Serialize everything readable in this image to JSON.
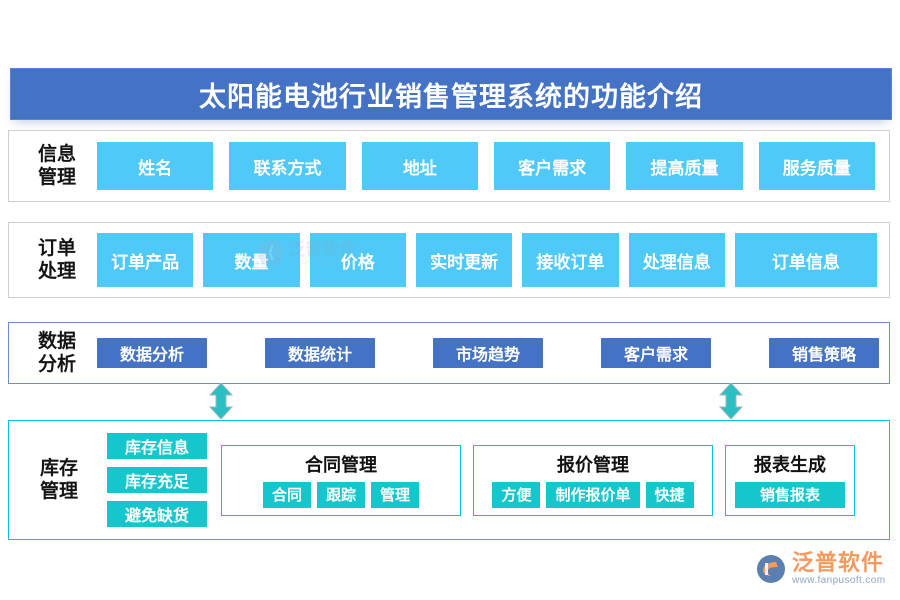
{
  "banner": {
    "title": "太阳能电池行业销售管理系统的功能介绍"
  },
  "rows": [
    {
      "label_lines": [
        "信息",
        "管理"
      ],
      "chips": [
        "姓名",
        "联系方式",
        "地址",
        "客户需求",
        "提高质量",
        "服务质量"
      ]
    },
    {
      "label_lines": [
        "订单",
        "处理"
      ],
      "chips": [
        "订单产品",
        "数量",
        "价格",
        "实时更新",
        "接收订单",
        "处理信息",
        "订单信息"
      ]
    },
    {
      "label_lines": [
        "数据",
        "分析"
      ],
      "chips": [
        "数据分析",
        "数据统计",
        "市场趋势",
        "客户需求",
        "销售策略"
      ]
    }
  ],
  "panel": {
    "label_lines": [
      "库存",
      "管理"
    ],
    "stack": [
      "库存信息",
      "库存充足",
      "避免缺货"
    ],
    "groups": [
      {
        "title": "合同管理",
        "chips": [
          "合同",
          "跟踪",
          "管理"
        ]
      },
      {
        "title": "报价管理",
        "chips": [
          "方便",
          "制作报价单",
          "快捷"
        ]
      },
      {
        "title": "报表生成",
        "chips": [
          "销售报表"
        ]
      }
    ]
  },
  "connectors": [
    {
      "name": "arrow-up-down-left"
    },
    {
      "name": "arrow-up-down-right"
    }
  ],
  "watermark": {
    "text": "泛普软件",
    "url": "www.fanpusoft.com"
  },
  "logo": {
    "name": "泛普软件",
    "url": "www.fanpusoft.com"
  },
  "colors": {
    "banner_blue": "#4472C4",
    "chip_sky": "#4FC9F7",
    "chip_royal": "#4472C4",
    "chip_teal": "#16C6CD",
    "panel_border_cyan": "#00C0F0",
    "logo_orange": "#F39A5C"
  }
}
